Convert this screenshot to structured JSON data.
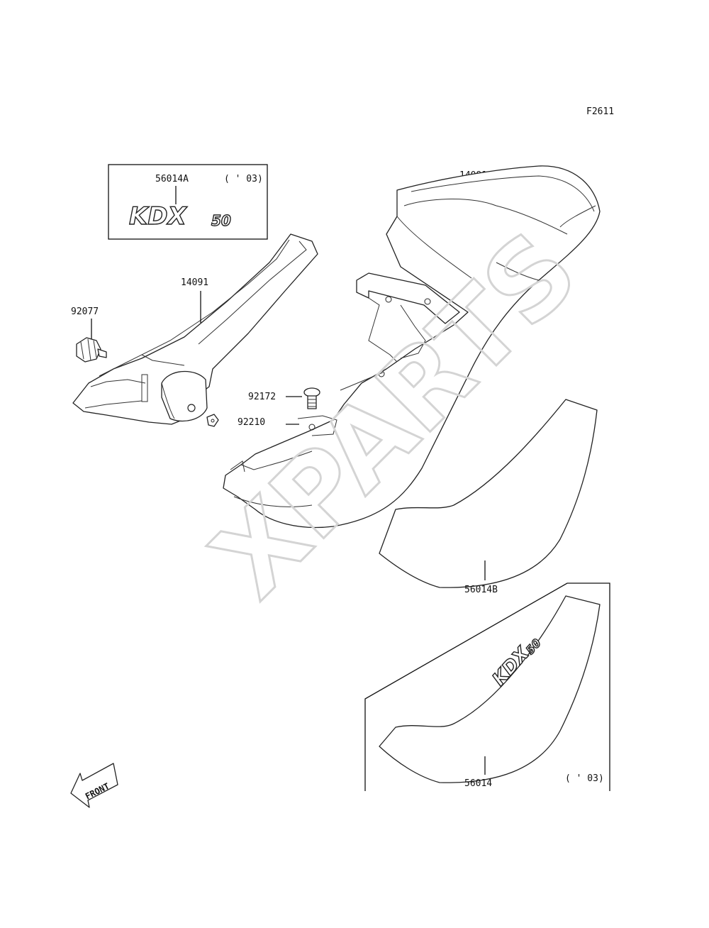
{
  "figure_code": "F2611",
  "parts": {
    "decal_a": {
      "number": "56014A",
      "note": "( ' 03)",
      "logo_text": "KDX",
      "logo_suffix": "50"
    },
    "side_cover": {
      "number": "14091"
    },
    "knob": {
      "number": "92077"
    },
    "rear_fender": {
      "number": "14091A~D"
    },
    "bolt": {
      "number": "92172"
    },
    "collar": {
      "number": "92210"
    },
    "decal_b": {
      "number": "56014B"
    },
    "decal_c": {
      "number": "56014",
      "note": "( ' 03)",
      "logo_text": "KDX",
      "logo_suffix": "50"
    }
  },
  "front_indicator": "FRONT",
  "watermark": "XPARTS"
}
